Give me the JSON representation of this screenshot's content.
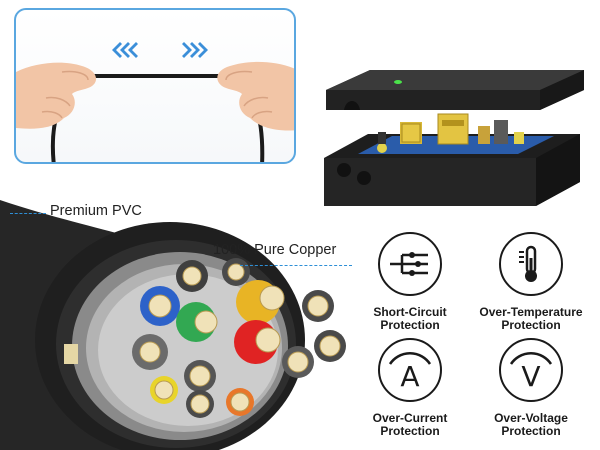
{
  "labels": {
    "pvc": "Premium PVC",
    "copper": "100% Pure Copper"
  },
  "protections": [
    {
      "line1": "Short-Circuit",
      "line2": "Protection",
      "icon": "short-circuit-icon"
    },
    {
      "line1": "Over-Temperature",
      "line2": "Protection",
      "icon": "thermometer-icon"
    },
    {
      "line1": "Over-Current",
      "line2": "Protection",
      "icon": "letter-a-icon",
      "glyph": "A"
    },
    {
      "line1": "Over-Voltage",
      "line2": "Protection",
      "icon": "letter-v-icon",
      "glyph": "V"
    }
  ],
  "colors": {
    "accent_blue": "#2e8fd6",
    "panel_border": "#5aa7e0",
    "led_green": "#4be34b"
  }
}
